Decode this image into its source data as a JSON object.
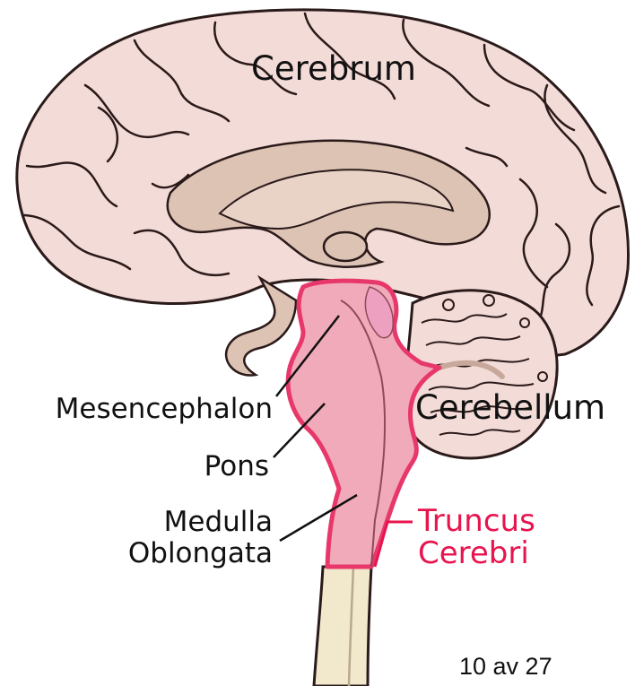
{
  "labels": {
    "cerebrum": "Cerebrum",
    "cerebellum": "Cerebellum",
    "mesencephalon": "Mesencephalon",
    "pons": "Pons",
    "medulla_line1": "Medulla",
    "medulla_line2": "Oblongata",
    "truncus_line1": "Truncus",
    "truncus_line2": "Cerebri"
  },
  "page_indicator": "10 av 27",
  "colors": {
    "cerebrum_fill": "#f3dcd8",
    "inner_fill": "#dcc3b4",
    "brainstem_fill": "#f1aab9",
    "brainstem_highlight": "#e8376a",
    "spinal_cord_fill": "#f2e8cc",
    "outline": "#2b1a1a",
    "accent_text": "#e8144e"
  }
}
